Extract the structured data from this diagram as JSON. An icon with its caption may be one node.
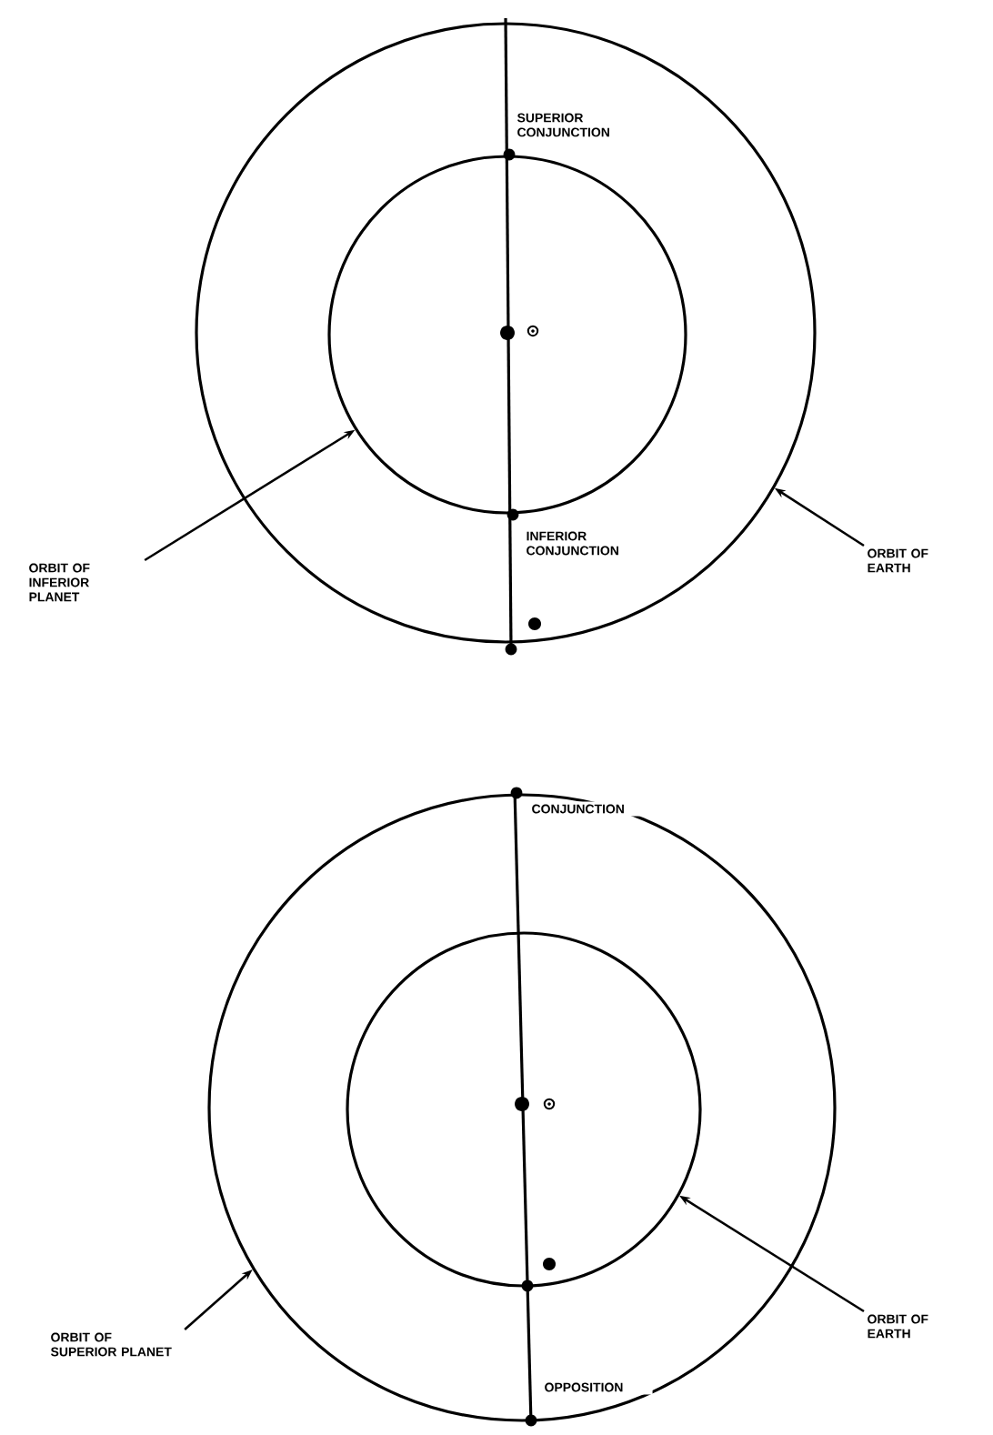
{
  "diagram": {
    "nodes": [
      {
        "text": [],
        "shape": "circle"
      },
      {
        "text": [],
        "shape": "circle",
        "in": 0
      },
      {
        "text": [
          "ORBIT OF INFERIOR PLANET"
        ]
      },
      {
        "text": [
          "ORBIT OF EARTH"
        ]
      },
      {
        "text": [],
        "shape": "circle"
      },
      {
        "text": [],
        "shape": "circle",
        "in": 4
      },
      {
        "text": [
          "ORBIT OF SUPERIOR PLANET"
        ]
      },
      {
        "text": [
          "ORBIT OF EARTH"
        ]
      }
    ],
    "edges": [
      {
        "from": 2,
        "to": 1,
        "arrow": "to"
      },
      {
        "from": 3,
        "to": 0,
        "arrow": "to"
      },
      {
        "from": 6,
        "to": 4,
        "arrow": "to"
      },
      {
        "from": 7,
        "to": 5,
        "arrow": "to"
      }
    ],
    "labels": [
      "SUPERIOR CONJUNCTION",
      "INFERIOR CONJUNCTION",
      "CONJUNCTION",
      "OPPOSITION"
    ]
  }
}
